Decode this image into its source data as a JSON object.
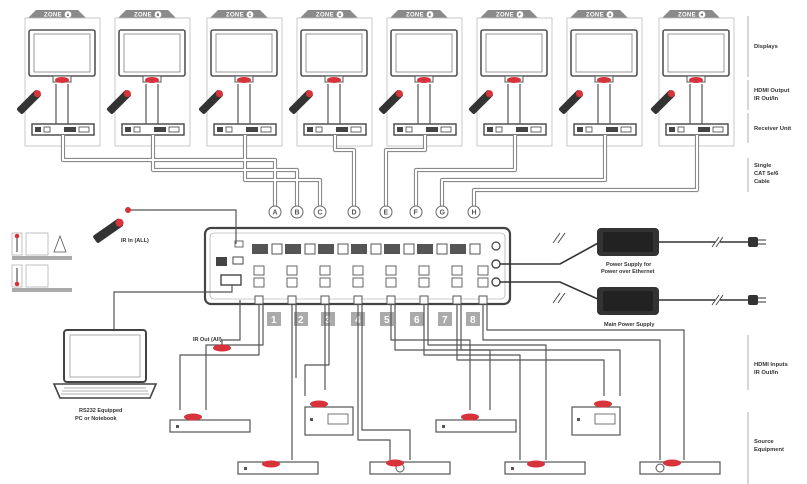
{
  "zones": [
    {
      "label": "ZONE",
      "letter": "A"
    },
    {
      "label": "ZONE",
      "letter": "B"
    },
    {
      "label": "ZONE",
      "letter": "C"
    },
    {
      "label": "ZONE",
      "letter": "D"
    },
    {
      "label": "ZONE",
      "letter": "E"
    },
    {
      "label": "ZONE",
      "letter": "F"
    },
    {
      "label": "ZONE",
      "letter": "G"
    },
    {
      "label": "ZONE",
      "letter": "H"
    }
  ],
  "side_labels": {
    "displays": "Displays",
    "hdmi_output_1": "HDMI Output",
    "hdmi_output_2": "IR Out/In",
    "receiver_unit": "Receiver Unit",
    "cable_1": "Single",
    "cable_2": "CAT 5e/6",
    "cable_3": "Cable",
    "hdmi_inputs_1": "HDMI Inputs",
    "hdmi_inputs_2": "IR Out/In",
    "source_1": "Source",
    "source_2": "Equipment"
  },
  "output_ports": [
    "A",
    "B",
    "C",
    "D",
    "E",
    "F",
    "G",
    "H"
  ],
  "input_ports": [
    "1",
    "2",
    "3",
    "4",
    "5",
    "6",
    "7",
    "8"
  ],
  "labels": {
    "ir_in_all": "IR In (ALL)",
    "ir_out_all": "IR Out (All)",
    "rs232_1": "RS232 Equipped",
    "rs232_2": "PC or Notebook",
    "poe_supply_1": "Power Supply for",
    "poe_supply_2": "Power over Ethernet",
    "main_supply": "Main Power Supply"
  },
  "colors": {
    "accent": "#d8323a",
    "line": "#7a7a7a",
    "zone_bg": "#8a8a8a",
    "device": "#444444"
  }
}
